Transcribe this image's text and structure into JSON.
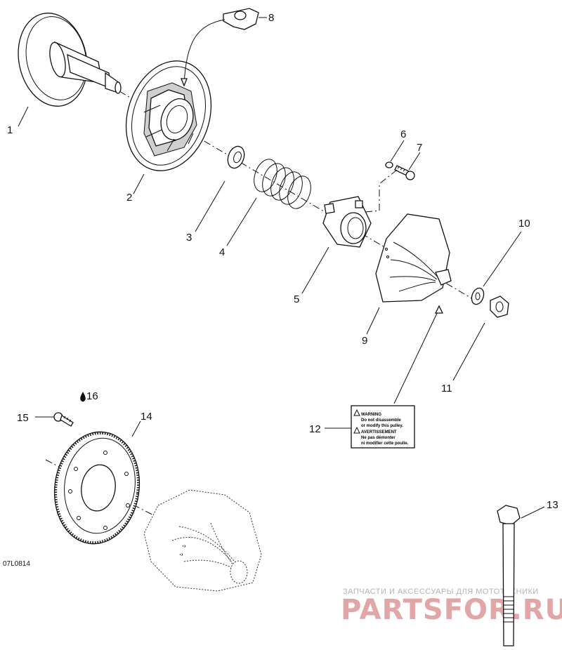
{
  "diagram": {
    "code": "07L0814",
    "callouts": [
      "1",
      "2",
      "3",
      "4",
      "5",
      "6",
      "7",
      "8",
      "9",
      "10",
      "11",
      "12",
      "13",
      "14",
      "15",
      "16"
    ]
  },
  "warning_label": {
    "line1": "WARNING",
    "line2": "Do not disassemble",
    "line3": "or modify this pulley.",
    "line4": "AVERTISSEMENT",
    "line5": "Ne pas démonter",
    "line6": "ni modifier cette poulie."
  },
  "watermark": {
    "subtitle": "ЗАПЧАСТИ И АКСЕССУАРЫ ДЛЯ МОТОТЕХНИКИ",
    "brand": "PARTSFOR.RU"
  },
  "colors": {
    "watermark_brand": "#e3a6a6",
    "watermark_subtitle": "#b4b4b4",
    "line": "#111111"
  }
}
